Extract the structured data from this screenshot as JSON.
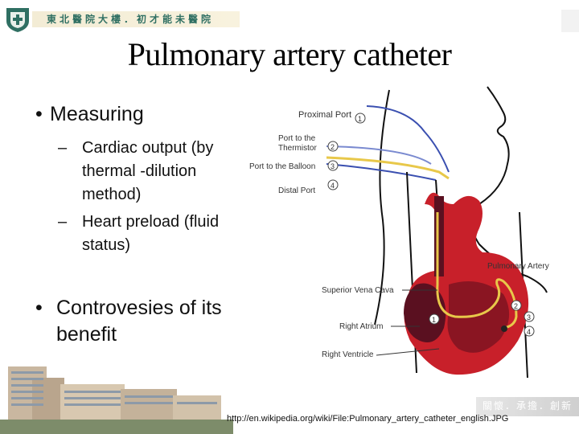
{
  "header": {
    "institution": "東北醫院大樓．初才能未醫院",
    "logo_icon": "hospital-emblem-icon"
  },
  "slide": {
    "title": "Pulmonary artery catheter",
    "bullet1": "Measuring",
    "sub1": [
      "Cardiac output (by",
      "thermal -dilution",
      "method)"
    ],
    "sub2": [
      "Heart preload (fluid",
      "status)"
    ],
    "bullet2": [
      "Controvesies of its",
      "benefit"
    ]
  },
  "diagram": {
    "proximal_port": "Proximal Port",
    "port_thermistor": [
      "Port to the",
      "Thermistor"
    ],
    "port_balloon": "Port to the Balloon",
    "distal_port": "Distal Port",
    "pulmonary_artery": "Pulmonary Artery",
    "superior_vena_cava": "Superior Vena Cava",
    "right_atrium": "Right Atrium",
    "right_ventricle": "Right Ventricle",
    "num1": "1",
    "num2": "2",
    "num3": "3",
    "num4": "4",
    "colors": {
      "heart": "#c8202a",
      "dark_chamber": "#5a1020",
      "catheter": "#e8c84a",
      "blue_line": "#3a4fb0"
    }
  },
  "footer": {
    "motto": "關懷．承擔．創新",
    "source": "http://en.wikipedia.org/wiki/File:Pulmonary_artery_catheter_english.JPG"
  }
}
